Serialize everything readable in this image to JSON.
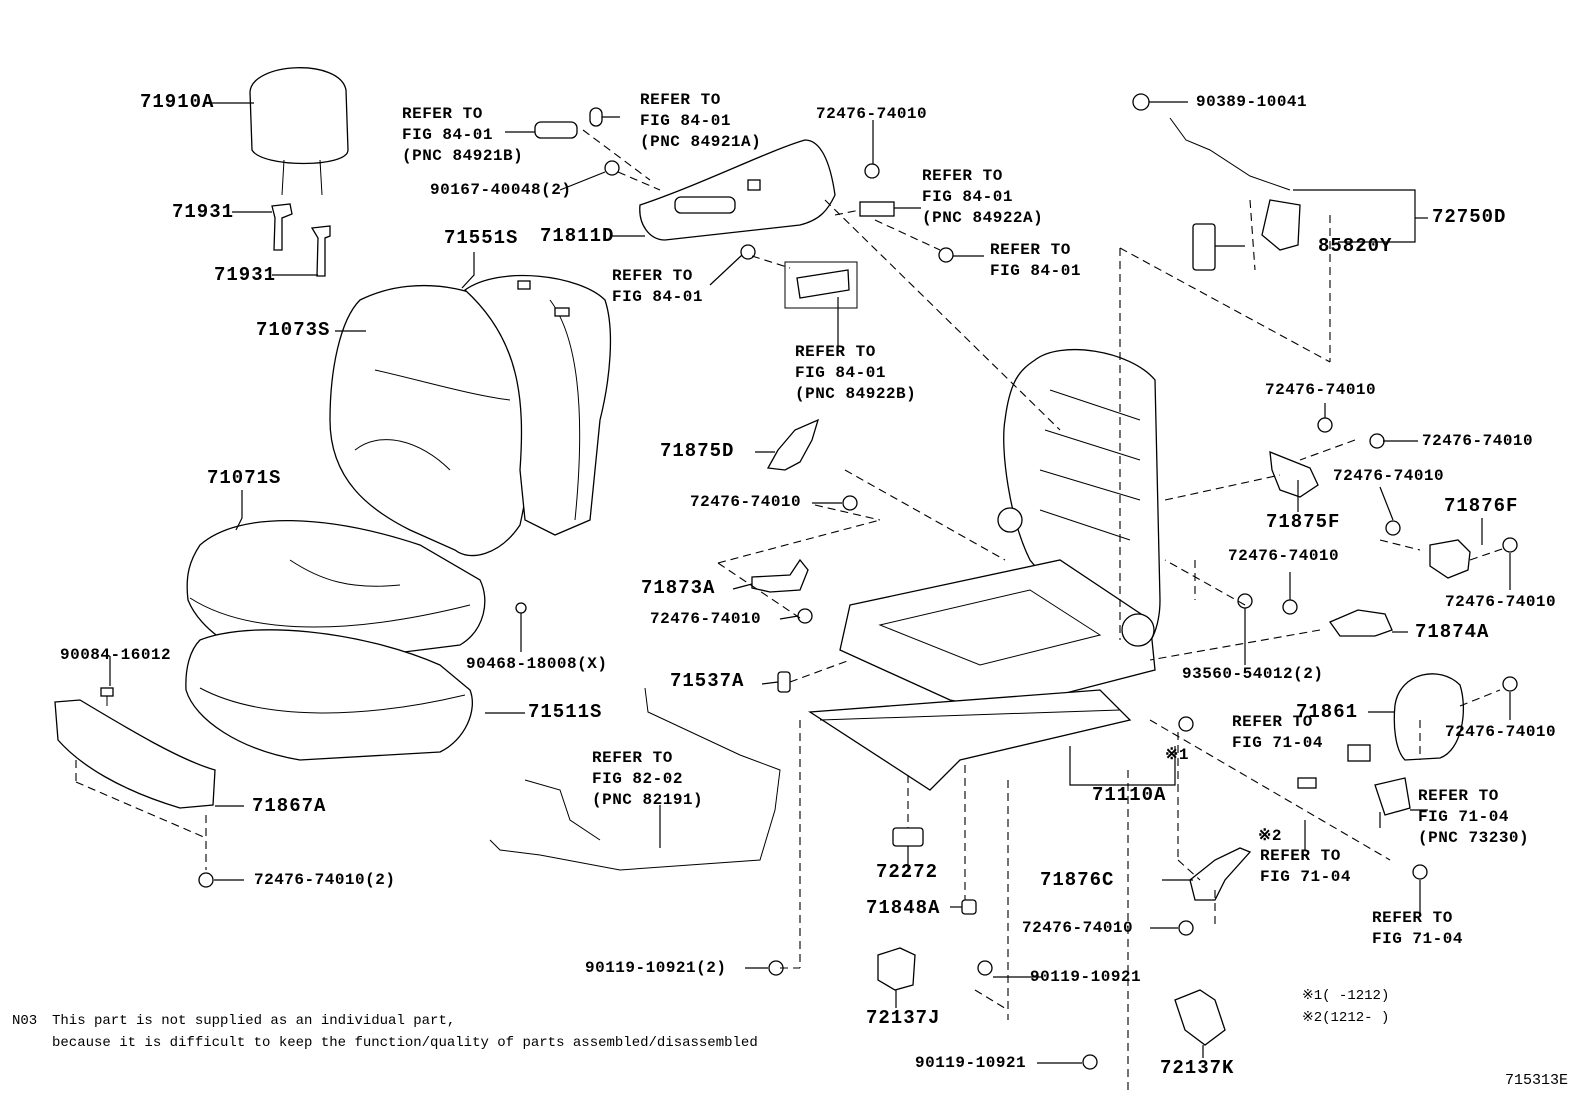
{
  "labels": {
    "p71910A": "71910A",
    "p71931a": "71931",
    "p71931b": "71931",
    "p71551S": "71551S",
    "p71073S": "71073S",
    "p71071S": "71071S",
    "p90084": "90084-16012",
    "p90468": "90468-18008(X)",
    "p71511S": "71511S",
    "p71867A": "71867A",
    "p72476_2": "72476-74010(2)",
    "ref84921b": [
      "REFER TO",
      "FIG 84-01",
      "(PNC 84921B)"
    ],
    "ref84921a": [
      "REFER TO",
      "FIG 84-01",
      "(PNC 84921A)"
    ],
    "p90167": "90167-40048(2)",
    "p71811D": "71811D",
    "p72476_top": "72476-74010",
    "ref84922a": [
      "REFER TO",
      "FIG 84-01",
      "(PNC 84922A)"
    ],
    "ref8401a": [
      "REFER TO",
      "FIG 84-01"
    ],
    "ref8401b": [
      "REFER TO",
      "FIG 84-01"
    ],
    "ref84922b": [
      "REFER TO",
      "FIG 84-01",
      "(PNC 84922B)"
    ],
    "p90389": "90389-10041",
    "p72750D": "72750D",
    "p85820Y": "85820Y",
    "p72476_r1": "72476-74010",
    "p72476_r2": "72476-74010",
    "p72476_r3": "72476-74010",
    "p71876F": "71876F",
    "p71875F": "71875F",
    "p72476_r4": "72476-74010",
    "p72476_r5": "72476-74010",
    "p71874A": "71874A",
    "p93560": "93560-54012(2)",
    "p71875D": "71875D",
    "p72476_m1": "72476-74010",
    "p71873A": "71873A",
    "p72476_m2": "72476-74010",
    "p71537A": "71537A",
    "ref8202": [
      "REFER TO",
      "FIG 82-02",
      "(PNC 82191)"
    ],
    "p71861": "71861",
    "p72476_r6": "72476-74010",
    "ref7104a": [
      "REFER TO",
      "FIG 71-04"
    ],
    "mark1": "※1",
    "p71110A": "71110A",
    "ref7104b": [
      "REFER TO",
      "FIG 71-04",
      "(PNC 73230)"
    ],
    "mark2": "※2",
    "ref7104c": [
      "REFER TO",
      "FIG 71-04"
    ],
    "ref7104d": [
      "REFER TO",
      "FIG 71-04"
    ],
    "p72272": "72272",
    "p71876C": "71876C",
    "p71848A": "71848A",
    "p72476_b": "72476-74010",
    "p90119_2": "90119-10921(2)",
    "p90119_a": "90119-10921",
    "p90119_b": "90119-10921",
    "p72137J": "72137J",
    "p72137K": "72137K"
  },
  "legend": {
    "line1": "※1(    -1212)",
    "line2": "※2(1212-    )"
  },
  "footnote": {
    "code": "N03",
    "line1": "This part is not supplied as an individual part,",
    "line2": "because it is difficult to keep the function/quality of parts assembled/disassembled"
  },
  "figure_id": "715313E"
}
